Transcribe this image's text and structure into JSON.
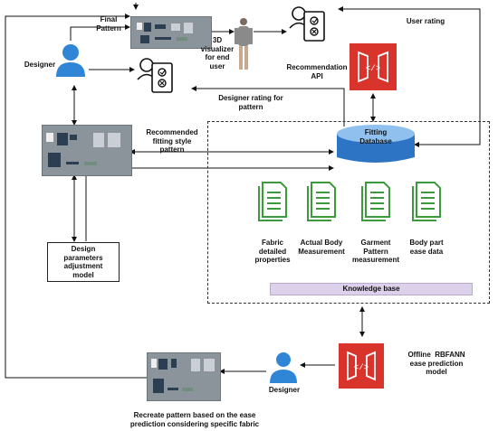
{
  "labels": {
    "final_pattern": "Final\nPattern",
    "designer_top": "Designer",
    "visualizer": "3D\nvisualizer\nfor end\nuser",
    "user_rating": "User rating",
    "recommendation_api": "Recommendation\nAPI",
    "designer_rating": "Designer rating for\npattern",
    "recommended_fitting": "Recommended\nfitting style\npattern",
    "fitting_database": "Fitting\nDatabase",
    "design_params": "Design\nparameters\nadjustment\nmodel",
    "knowledge_base": "Knowledge base",
    "offline_rbfann": "Offline  RBFANN\nease prediction\nmodel",
    "designer_bottom": "Designer",
    "recreate": "Recreate pattern based on the ease\nprediction considering specific fabric"
  },
  "documents": [
    {
      "label": "Fabric\ndetailed\nproperties"
    },
    {
      "label": "Actual Body\nMeasurement"
    },
    {
      "label": "Garment\nPattern\nmeasurement"
    },
    {
      "label": "Body part\nease data"
    }
  ],
  "icons": [
    "designer-icon",
    "rating-checklist-icon",
    "api-service-icon",
    "database-icon",
    "document-icon",
    "mannequin-icon",
    "pattern-panel-icon"
  ],
  "colors": {
    "api_red": "#d9342b",
    "doc_green": "#3c9a3c",
    "designer_blue": "#2f86d6",
    "db_blue": "#2e74c5",
    "kb_purple": "#ddd0ea"
  }
}
